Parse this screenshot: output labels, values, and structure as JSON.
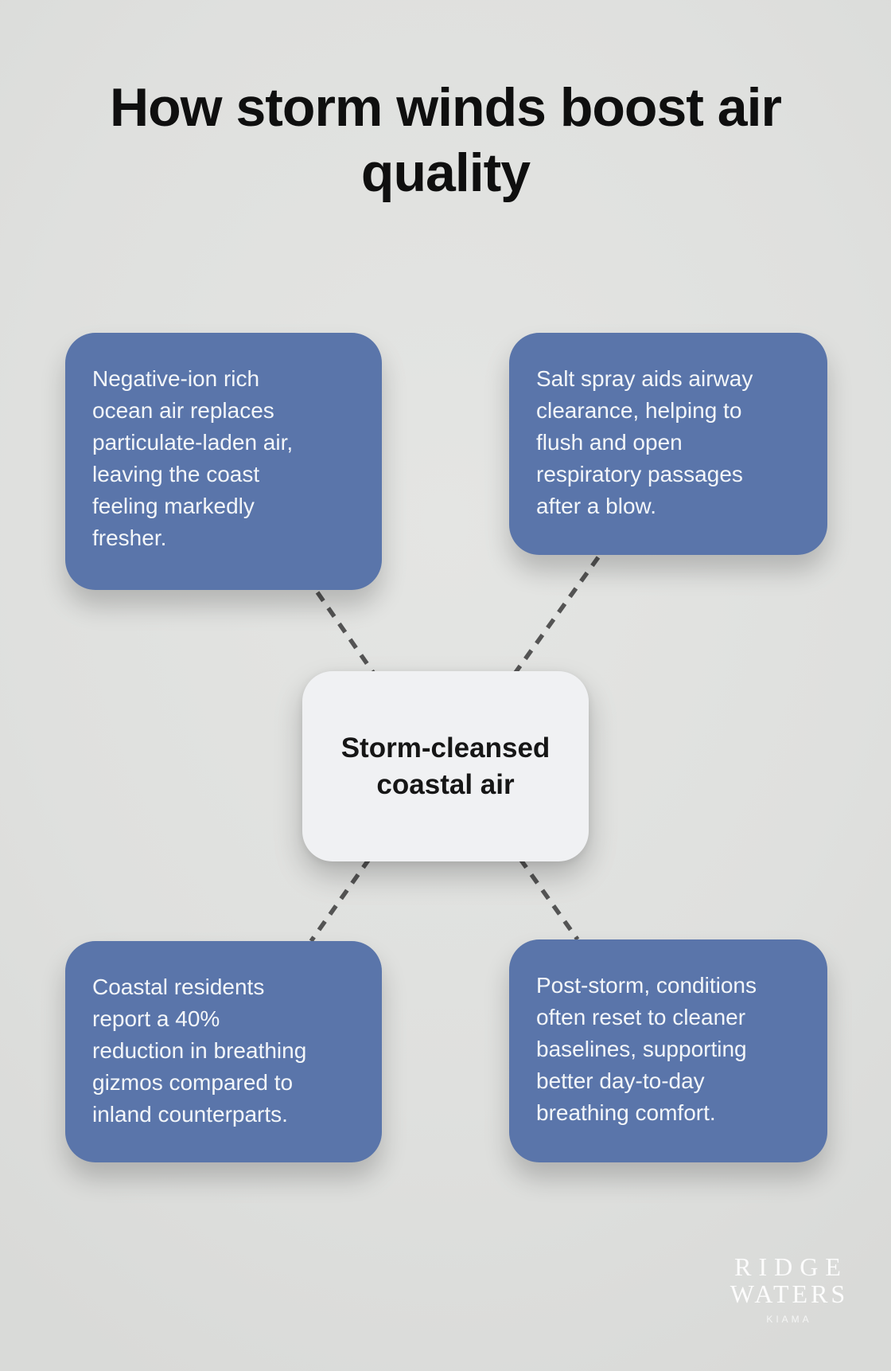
{
  "title": {
    "text": "How storm winds boost air\nquality"
  },
  "center_node": {
    "label": "Storm-cleansed\ncoastal air"
  },
  "nodes": [
    {
      "position": "top-left",
      "text": "Negative-ion rich\nocean air replaces\nparticulate-laden air,\nleaving the coast\nfeeling markedly\nfresher."
    },
    {
      "position": "top-right",
      "text": "Salt spray aids airway\nclearance, helping to\nflush and open\nrespiratory passages\nafter a blow."
    },
    {
      "position": "bottom-left",
      "text": "Coastal residents\nreport a 40%\nreduction in breathing\ngizmos compared to\ninland counterparts."
    },
    {
      "position": "bottom-right",
      "text": "Post-storm, conditions\noften reset to cleaner\nbaselines, supporting\nbetter day-to-day\nbreathing comfort."
    }
  ],
  "logo": {
    "line1": "RIDGE",
    "line2": "WATERS",
    "tagline": "KIAMA"
  },
  "colors": {
    "background": "#dfe0de",
    "node_fill": "#5a75aa",
    "node_text": "#f3f6f9",
    "center_fill": "#f0f1f3",
    "center_text": "#161616",
    "connector": "#545454",
    "title_text": "#0f0f0f",
    "logo_text": "#ffffff"
  }
}
